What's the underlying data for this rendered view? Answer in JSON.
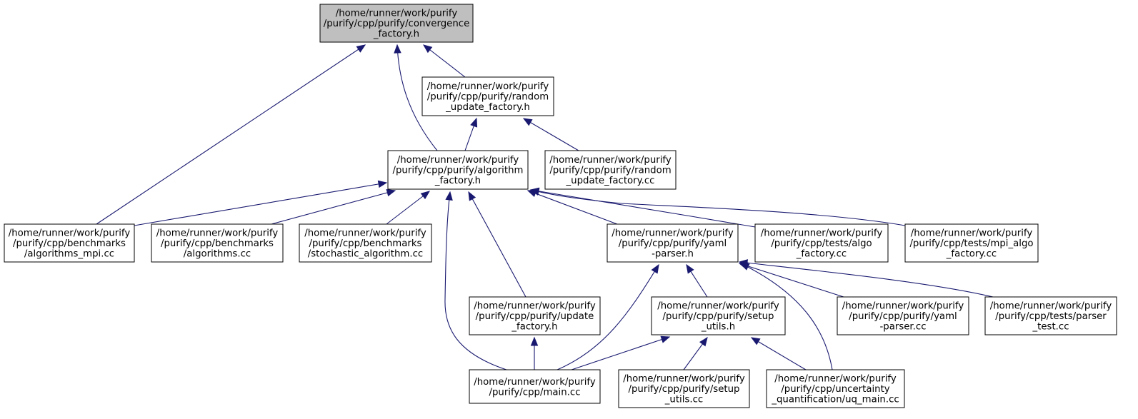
{
  "graph": {
    "edge_color": "#191970",
    "root_fill": "#bfbfbf",
    "nodes": [
      {
        "id": "n0",
        "lines": [
          "/home/runner/work/purify",
          "/purify/cpp/purify/convergence",
          "_factory.h"
        ]
      },
      {
        "id": "n1",
        "lines": [
          "/home/runner/work/purify",
          "/purify/cpp/purify/random",
          "_update_factory.h"
        ]
      },
      {
        "id": "n2",
        "lines": [
          "/home/runner/work/purify",
          "/purify/cpp/purify/algorithm",
          "_factory.h"
        ]
      },
      {
        "id": "n3",
        "lines": [
          "/home/runner/work/purify",
          "/purify/cpp/purify/random",
          "_update_factory.cc"
        ]
      },
      {
        "id": "n4",
        "lines": [
          "/home/runner/work/purify",
          "/purify/cpp/benchmarks",
          "/algorithms_mpi.cc"
        ]
      },
      {
        "id": "n5",
        "lines": [
          "/home/runner/work/purify",
          "/purify/cpp/benchmarks",
          "/algorithms.cc"
        ]
      },
      {
        "id": "n6",
        "lines": [
          "/home/runner/work/purify",
          "/purify/cpp/benchmarks",
          "/stochastic_algorithm.cc"
        ]
      },
      {
        "id": "n7",
        "lines": [
          "/home/runner/work/purify",
          "/purify/cpp/purify/yaml",
          "-parser.h"
        ]
      },
      {
        "id": "n8",
        "lines": [
          "/home/runner/work/purify",
          "/purify/cpp/tests/algo",
          "_factory.cc"
        ]
      },
      {
        "id": "n9",
        "lines": [
          "/home/runner/work/purify",
          "/purify/cpp/tests/mpi_algo",
          "_factory.cc"
        ]
      },
      {
        "id": "n10",
        "lines": [
          "/home/runner/work/purify",
          "/purify/cpp/purify/update",
          "_factory.h"
        ]
      },
      {
        "id": "n11",
        "lines": [
          "/home/runner/work/purify",
          "/purify/cpp/purify/setup",
          "_utils.h"
        ]
      },
      {
        "id": "n12",
        "lines": [
          "/home/runner/work/purify",
          "/purify/cpp/purify/yaml",
          "-parser.cc"
        ]
      },
      {
        "id": "n13",
        "lines": [
          "/home/runner/work/purify",
          "/purify/cpp/tests/parser",
          "_test.cc"
        ]
      },
      {
        "id": "n14",
        "lines": [
          "/home/runner/work/purify",
          "/purify/cpp/main.cc"
        ]
      },
      {
        "id": "n15",
        "lines": [
          "/home/runner/work/purify",
          "/purify/cpp/purify/setup",
          "_utils.cc"
        ]
      },
      {
        "id": "n16",
        "lines": [
          "/home/runner/work/purify",
          "/purify/cpp/uncertainty",
          "_quantification/uq_main.cc"
        ]
      }
    ],
    "edges": [
      {
        "from": "n4",
        "to": "n0"
      },
      {
        "from": "n2",
        "to": "n0"
      },
      {
        "from": "n1",
        "to": "n0"
      },
      {
        "from": "n2",
        "to": "n1"
      },
      {
        "from": "n3",
        "to": "n1"
      },
      {
        "from": "n4",
        "to": "n2"
      },
      {
        "from": "n5",
        "to": "n2"
      },
      {
        "from": "n6",
        "to": "n2"
      },
      {
        "from": "n14",
        "to": "n2"
      },
      {
        "from": "n10",
        "to": "n2"
      },
      {
        "from": "n7",
        "to": "n2"
      },
      {
        "from": "n8",
        "to": "n2"
      },
      {
        "from": "n9",
        "to": "n2"
      },
      {
        "from": "n14",
        "to": "n7"
      },
      {
        "from": "n11",
        "to": "n7"
      },
      {
        "from": "n16",
        "to": "n7"
      },
      {
        "from": "n12",
        "to": "n7"
      },
      {
        "from": "n13",
        "to": "n7"
      },
      {
        "from": "n14",
        "to": "n10"
      },
      {
        "from": "n14",
        "to": "n11"
      },
      {
        "from": "n15",
        "to": "n11"
      },
      {
        "from": "n16",
        "to": "n11"
      }
    ]
  }
}
